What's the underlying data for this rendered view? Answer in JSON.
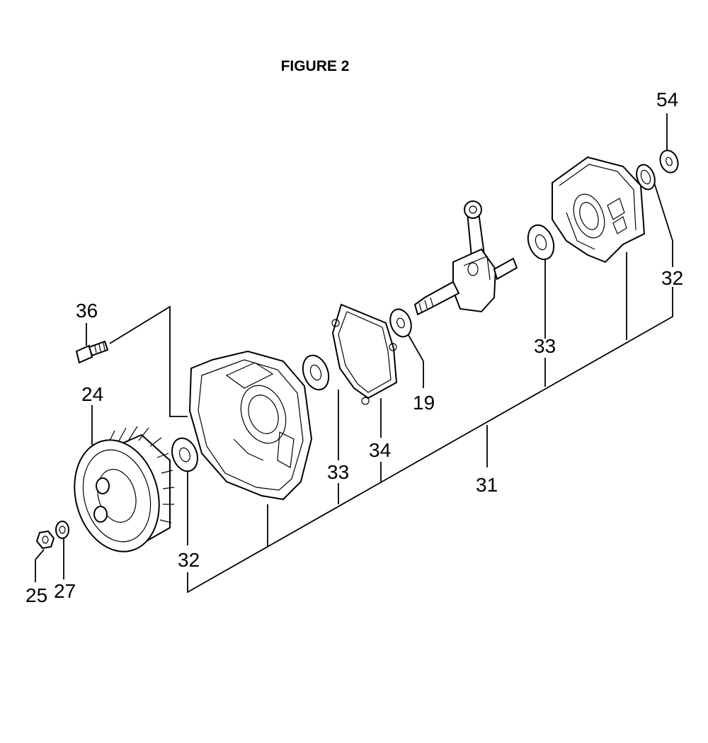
{
  "title": "FIGURE 2",
  "callouts": {
    "c54": "54",
    "c32_right": "32",
    "c36": "36",
    "c24": "24",
    "c33_right": "33",
    "c19": "19",
    "c34": "34",
    "c33_mid": "33",
    "c31": "31",
    "c32_left": "32",
    "c25": "25",
    "c27": "27"
  }
}
